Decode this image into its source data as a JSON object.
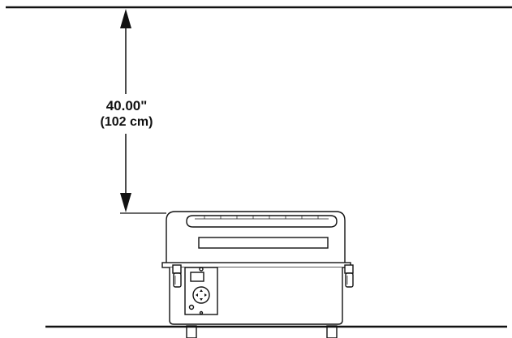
{
  "diagram": {
    "dimension": {
      "imperial": "40.00\"",
      "metric": "(102 cm)"
    },
    "colors": {
      "stroke": "#111111",
      "background": "#ffffff",
      "fill_light": "#f2f2f2"
    },
    "icons": [
      "dimension-arrow-up",
      "dimension-arrow-down",
      "grill",
      "control-panel",
      "latch"
    ]
  }
}
